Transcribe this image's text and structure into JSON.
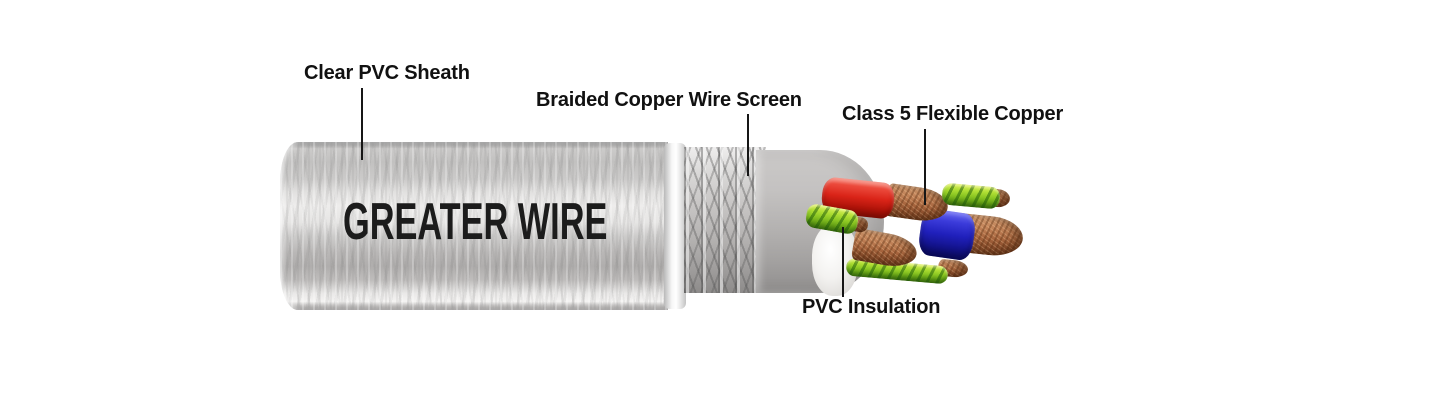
{
  "diagram": {
    "brand_text": "GREATER WIRE",
    "labels": [
      {
        "id": "clear-pvc-sheath",
        "text": "Clear PVC Sheath"
      },
      {
        "id": "braided-copper-wire-screen",
        "text": "Braided Copper Wire Screen"
      },
      {
        "id": "class-5-flexible-copper",
        "text": "Class 5 Flexible Copper"
      },
      {
        "id": "pvc-insulation",
        "text": "PVC Insulation"
      }
    ],
    "colors": {
      "background": "#ffffff",
      "label_text": "#111111",
      "brand_text": "#1c1c1c",
      "sheath_silver": "#c6c4c3",
      "braid_gray": "#b5b3b2",
      "inner_jacket_gray": "#b3b1b0",
      "core_red": "#da2418",
      "core_blue": "#2020bc",
      "core_green_yellow": "#8ac622",
      "copper": "#a5633c",
      "filler_white": "#f3f2f0"
    }
  }
}
